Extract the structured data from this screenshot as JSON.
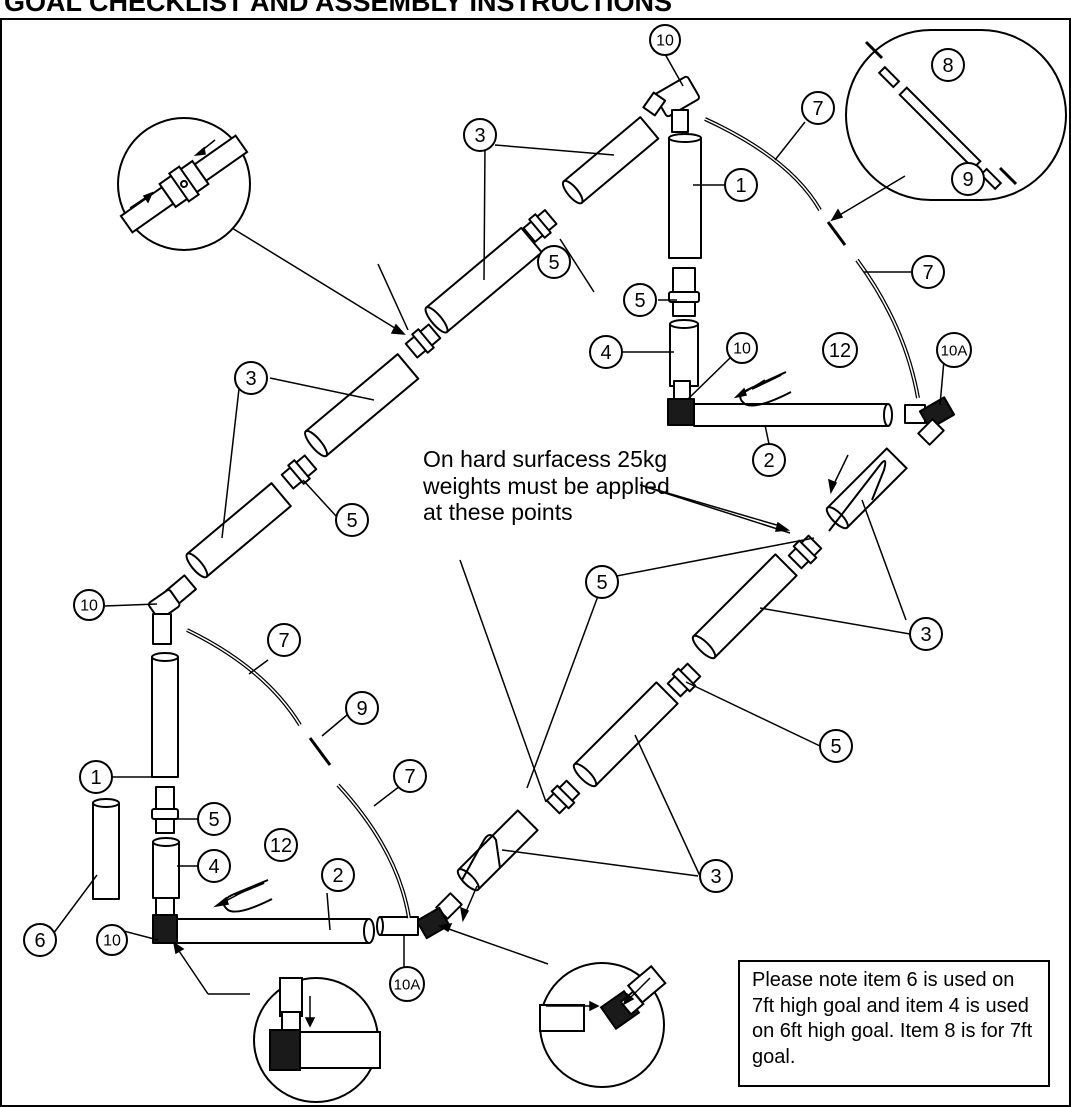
{
  "header": {
    "title": "GOAL CHECKLIST AND ASSEMBLY INSTRUCTIONS"
  },
  "annotations": {
    "hard_surface_note": "On hard surfacess 25kg weights must be applied at these points",
    "goal_note": "Please note item 6 is used on 7ft high goal and item 4 is used on 6ft high goal. Item 8 is for 7ft goal."
  },
  "callouts": {
    "c1a": "1",
    "c1b": "1",
    "c2a": "2",
    "c2b": "2",
    "c3a": "3",
    "c3b": "3",
    "c3c": "3",
    "c3d": "3",
    "c4a": "4",
    "c4b": "4",
    "c5a": "5",
    "c5b": "5",
    "c5c": "5",
    "c5d": "5",
    "c5e": "5",
    "c5f": "5",
    "c6": "6",
    "c7a": "7",
    "c7b": "7",
    "c7c": "7",
    "c7d": "7",
    "c8": "8",
    "c9a": "9",
    "c9b": "9",
    "c10a": "10",
    "c10b": "10",
    "c10c": "10",
    "c10d": "10",
    "c10Aa": "10A",
    "c10Ab": "10A",
    "c12a": "12",
    "c12b": "12"
  },
  "colors": {
    "ink": "#000000",
    "paper": "#ffffff",
    "connector_fill": "#1a1a1a"
  }
}
